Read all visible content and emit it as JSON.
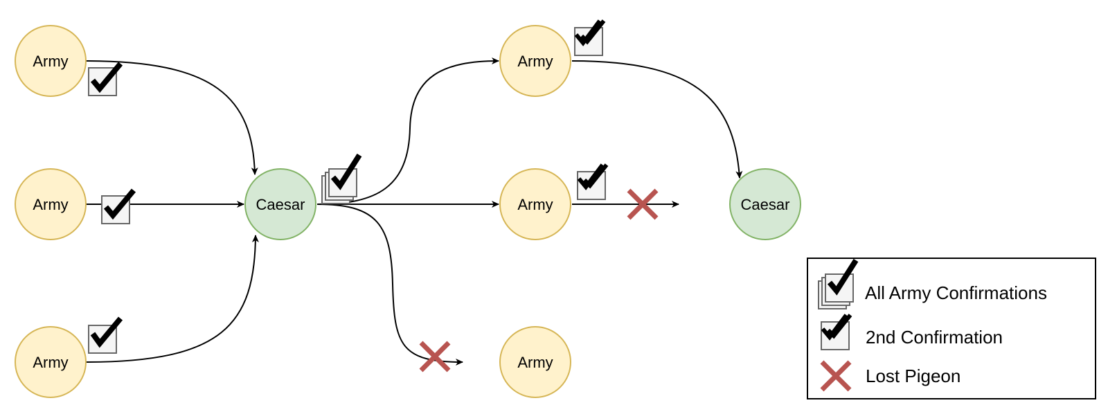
{
  "nodes": {
    "army_left_top": "Army",
    "army_left_mid": "Army",
    "army_left_bot": "Army",
    "caesar_center": "Caesar",
    "army_right_top": "Army",
    "army_right_mid": "Army",
    "army_right_bot": "Army",
    "caesar_right": "Caesar"
  },
  "legend": {
    "all_confirmations": "All Army Confirmations",
    "second_confirmation": "2nd Confirmation",
    "lost_pigeon": "Lost Pigeon"
  },
  "colors": {
    "army_fill": "#fff2cc",
    "army_stroke": "#d6b656",
    "caesar_fill": "#d5e8d4",
    "caesar_stroke": "#82b366",
    "lost_x": "#b85450",
    "checkbox_fill": "#f5f5f5",
    "checkbox_stroke": "#666666"
  }
}
